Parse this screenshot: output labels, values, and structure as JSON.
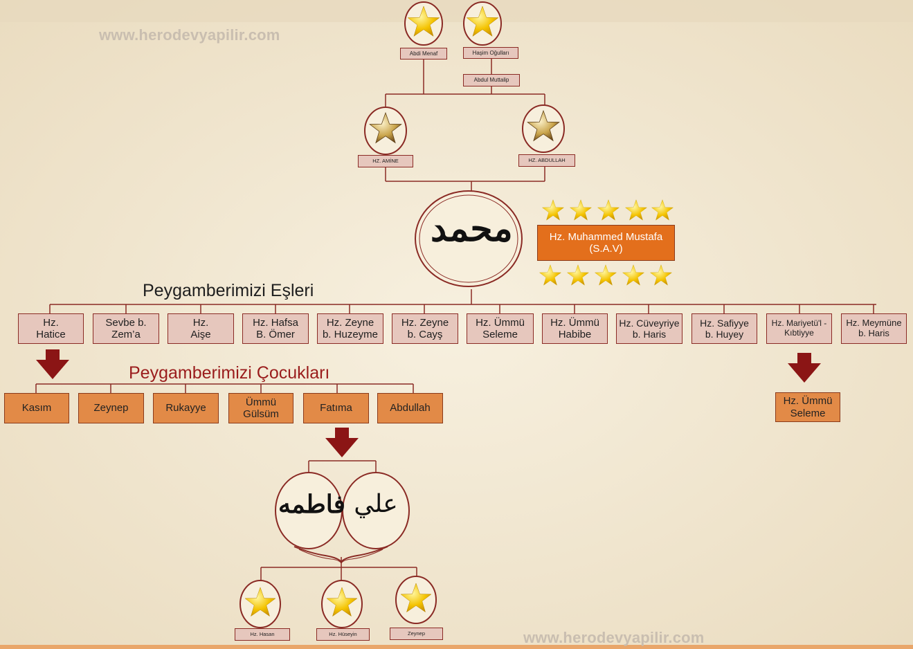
{
  "watermark": {
    "top": "www.herodevyapilir.com",
    "bottom": "www.herodevyapilir.com"
  },
  "ancestors": {
    "abdi_menaf": "Abdi Menaf",
    "hasim": "Haşim Oğulları",
    "abdul_muttalip": "Abdul Muttalip",
    "amine": "HZ. AMİNE",
    "abdullah": "HZ. ABDULLAH"
  },
  "prophet": {
    "line1": "Hz. Muhammed Mustafa",
    "line2": "(S.A.V)",
    "calligraphy": "محمد"
  },
  "wives_heading": "Peygamberimizi Eşleri",
  "wives": [
    {
      "l1": "Hz.",
      "l2": "Hatice"
    },
    {
      "l1": "Sevbe b.",
      "l2": "Zem’a"
    },
    {
      "l1": "Hz.",
      "l2": "Aişe"
    },
    {
      "l1": "Hz. Hafsa",
      "l2": "B. Ömer"
    },
    {
      "l1": "Hz. Zeyne",
      "l2": "b. Huzeyme"
    },
    {
      "l1": "Hz. Zeyne",
      "l2": "b. Cayş"
    },
    {
      "l1": "Hz. Ümmü",
      "l2": "Seleme"
    },
    {
      "l1": "Hz. Ümmü",
      "l2": "Habibe"
    },
    {
      "l1": "Hz. Cüveyriye",
      "l2": "b. Haris"
    },
    {
      "l1": "Hz. Safiyye",
      "l2": "b. Huyey"
    },
    {
      "l1": "Hz. Mariyetü'l -",
      "l2": "Kıbtiyye"
    },
    {
      "l1": "Hz. Meymüne",
      "l2": "b. Haris"
    }
  ],
  "children_heading": "Peygamberimizi Çocukları",
  "children": [
    {
      "l1": "Kasım",
      "l2": ""
    },
    {
      "l1": "Zeynep",
      "l2": ""
    },
    {
      "l1": "Rukayye",
      "l2": ""
    },
    {
      "l1": "Ümmü",
      "l2": "Gülsüm"
    },
    {
      "l1": "Fatıma",
      "l2": ""
    },
    {
      "l1": "Abdullah",
      "l2": ""
    }
  ],
  "mariye_child": {
    "l1": "Hz. Ümmü",
    "l2": "Seleme"
  },
  "fatima_calligraphy": "فاطمه",
  "ali_calligraphy": "علي",
  "grandchildren": [
    "Hz. Hasan",
    "Hz. Hüseyin",
    "Zeynep"
  ],
  "colors": {
    "line": "#8a2a24",
    "arrow": "#8b1515",
    "star": "#f2c200",
    "main": "#e36f1c"
  }
}
